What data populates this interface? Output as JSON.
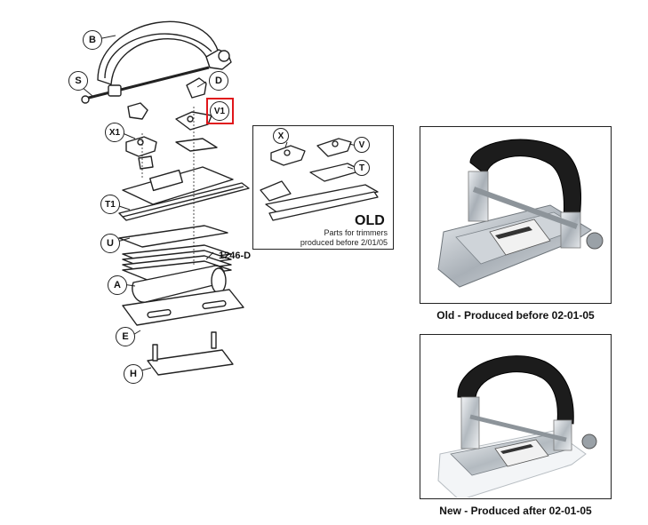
{
  "callouts": {
    "b": "B",
    "s": "S",
    "d": "D",
    "v1": "V1",
    "x1": "X1",
    "t1": "T1",
    "u": "U",
    "a": "A",
    "e": "E",
    "h": "H"
  },
  "part_label_1246d": "1246-D",
  "old_panel": {
    "title": "OLD",
    "note_line1": "Parts for trimmers",
    "note_line2": "produced before 2/01/05",
    "callouts": {
      "x": "X",
      "v": "V",
      "t": "T"
    }
  },
  "photo_old_caption": "Old - Produced before 02-01-05",
  "photo_new_caption": "New - Produced after 02-01-05",
  "colors": {
    "highlight": "#e0161b",
    "line": "#222222"
  }
}
